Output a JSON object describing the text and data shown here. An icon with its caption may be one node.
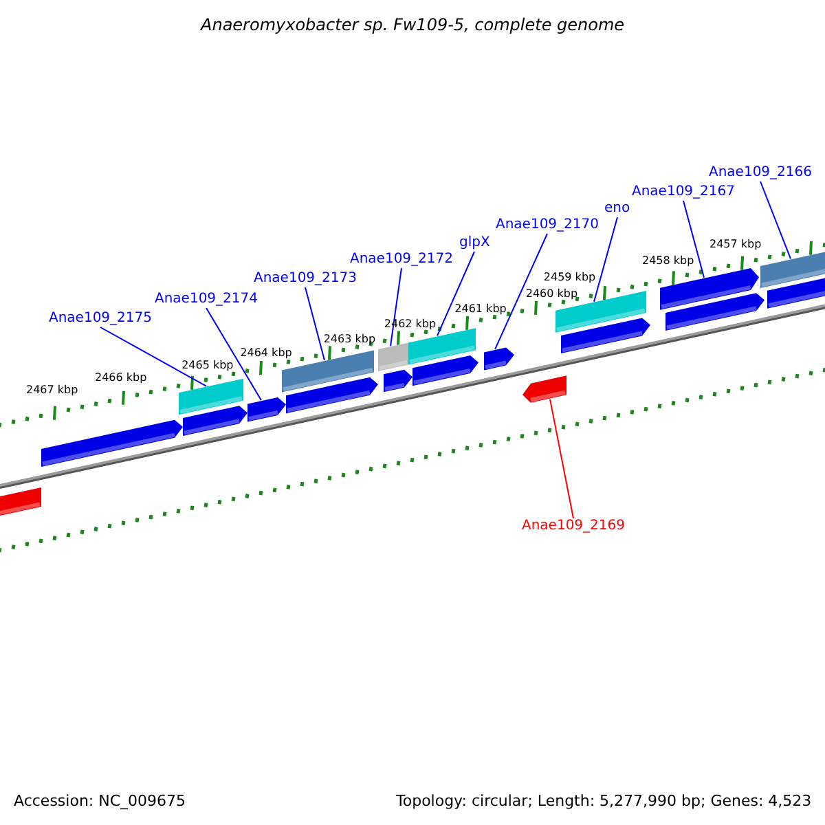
{
  "diagram": {
    "title": "Anaeromyxobacter sp. Fw109-5, complete genome",
    "nodes": [
      {
        "text": [
          "Anae109_2175"
        ]
      },
      {
        "text": [
          "Anae109_2174"
        ]
      },
      {
        "text": [
          "Anae109_2173"
        ]
      },
      {
        "text": [
          "Anae109_2172"
        ]
      },
      {
        "text": [
          "glpX"
        ]
      },
      {
        "text": [
          "Anae109_2170"
        ]
      },
      {
        "text": [
          "eno"
        ]
      },
      {
        "text": [
          "Anae109_2167"
        ]
      },
      {
        "text": [
          "Anae109_2166"
        ]
      },
      {
        "text": [
          "Anae109_2169"
        ]
      },
      {
        "text": [],
        "shape": "arrow"
      },
      {
        "text": [],
        "shape": "arrow"
      },
      {
        "text": [],
        "shape": "bar"
      },
      {
        "text": [],
        "shape": "arrow"
      },
      {
        "text": [],
        "shape": "arrow"
      },
      {
        "text": [],
        "shape": "bar"
      },
      {
        "text": [],
        "shape": "arrow"
      },
      {
        "text": [],
        "shape": "bar"
      },
      {
        "text": [],
        "shape": "arrow"
      },
      {
        "text": [],
        "shape": "bar"
      },
      {
        "text": [],
        "shape": "arrow"
      },
      {
        "text": [],
        "shape": "arrow"
      },
      {
        "text": [],
        "shape": "arrow"
      },
      {
        "text": [],
        "shape": "bar"
      },
      {
        "text": [],
        "shape": "arrow"
      },
      {
        "text": [],
        "shape": "arrow"
      },
      {
        "text": [],
        "shape": "arrow"
      },
      {
        "text": [],
        "shape": "bar"
      },
      {
        "text": [],
        "shape": "arrow"
      }
    ],
    "edges": [
      {
        "from": 0,
        "to": 12,
        "arrow": "none"
      },
      {
        "from": 1,
        "to": 14,
        "arrow": "none"
      },
      {
        "from": 2,
        "to": 15,
        "arrow": "none"
      },
      {
        "from": 3,
        "to": 17,
        "arrow": "none"
      },
      {
        "from": 4,
        "to": 19,
        "arrow": "none"
      },
      {
        "from": 5,
        "to": 21,
        "arrow": "none"
      },
      {
        "from": 6,
        "to": 23,
        "arrow": "none"
      },
      {
        "from": 7,
        "to": 25,
        "arrow": "none"
      },
      {
        "from": 8,
        "to": 27,
        "arrow": "none"
      },
      {
        "from": 9,
        "to": 22,
        "arrow": "none",
        "color": "#ff0000"
      }
    ],
    "labels": [
      "2467 kbp",
      "2466 kbp",
      "2465 kbp",
      "2464 kbp",
      "2463 kbp",
      "2462 kbp",
      "2461 kbp",
      "2460 kbp",
      "2459 kbp",
      "2458 kbp",
      "2457 kbp",
      "Accession: NC_009675",
      "Topology: circular; Length: 5,277,990 bp; Genes: 4,523"
    ]
  }
}
